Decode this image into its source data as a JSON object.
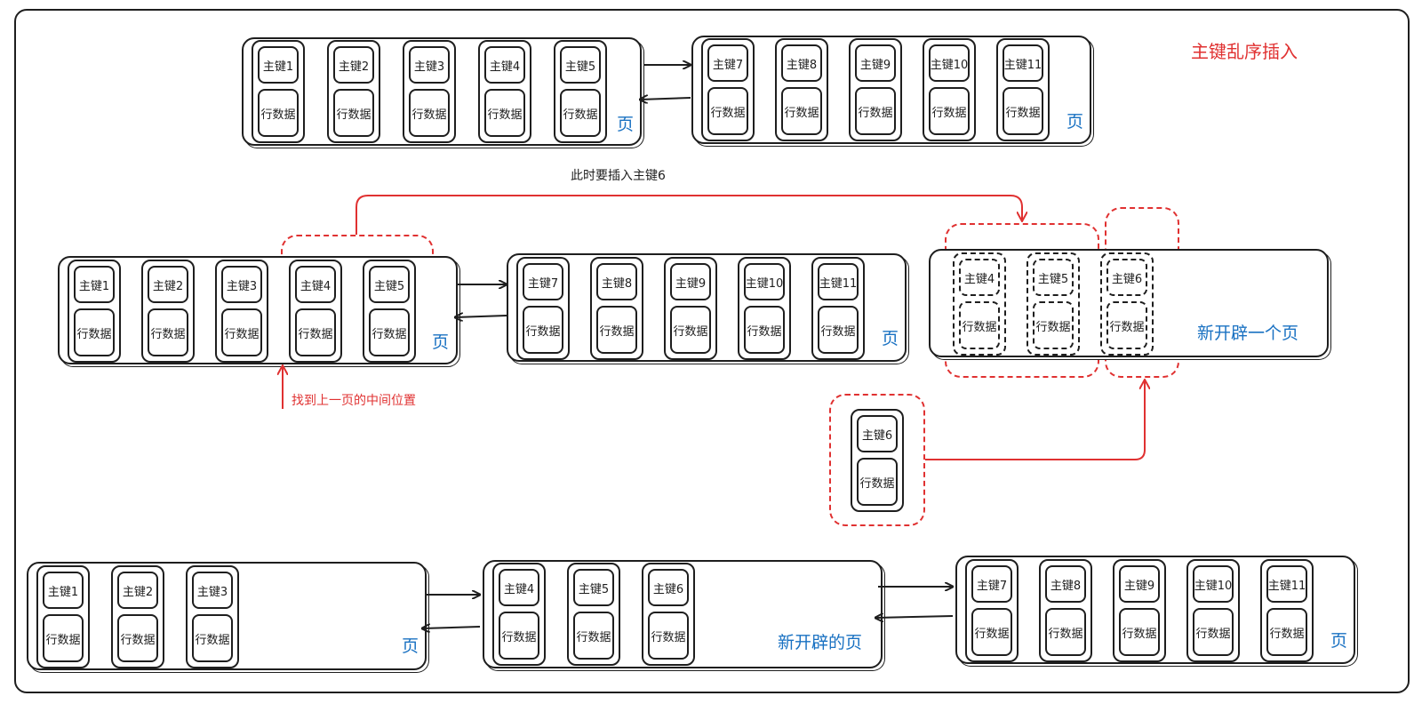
{
  "title": "主键乱序插入",
  "key_label": "主键",
  "row_label": "行数据",
  "page_label": "页",
  "new_page_label": "新开辟一个页",
  "new_page_label_final": "新开辟的页",
  "insert_note": "此时要插入主键6",
  "find_middle_note": "找到上一页的中间位置",
  "colors": {
    "ink": "#1e1e1e",
    "red": "#e03131",
    "blue": "#1971c2"
  },
  "stage1": {
    "page_a_keys": [
      "1",
      "2",
      "3",
      "4",
      "5"
    ],
    "page_b_keys": [
      "7",
      "8",
      "9",
      "10",
      "11"
    ]
  },
  "stage2": {
    "page_a_keys": [
      "1",
      "2",
      "3",
      "4",
      "5"
    ],
    "page_b_keys": [
      "7",
      "8",
      "9",
      "10",
      "11"
    ],
    "new_page_keys": [
      "4",
      "5",
      "6"
    ],
    "incoming_key": "6"
  },
  "stage3": {
    "page_a_keys": [
      "1",
      "2",
      "3"
    ],
    "new_page_keys": [
      "4",
      "5",
      "6"
    ],
    "page_b_keys": [
      "7",
      "8",
      "9",
      "10",
      "11"
    ]
  }
}
